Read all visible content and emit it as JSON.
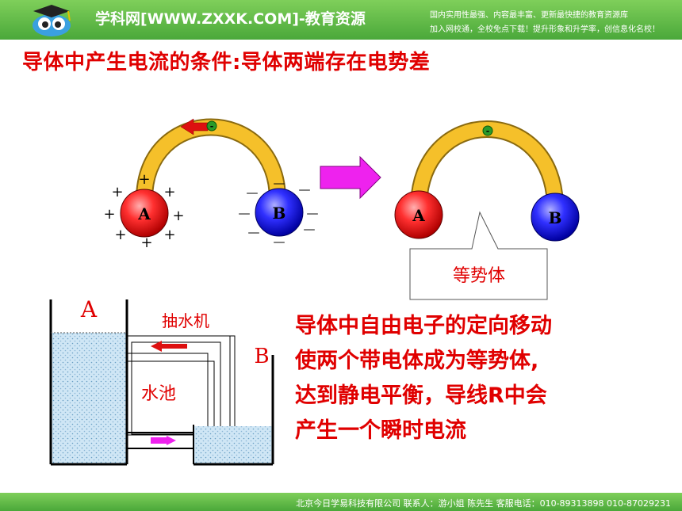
{
  "header": {
    "site_title": "学科网[WWW.ZXXK.COM]-教育资源",
    "tagline_1": "国内实用性最强、内容最丰富、更新最快捷的教育资源库",
    "tagline_2": "加入网校通，全校免点下载！提升形象和升学率，创信息化名校！",
    "logo_icon": "owl-mascot-icon",
    "colors": {
      "bar": "#4aa83a"
    }
  },
  "title": "导体中产生电流的条件:导体两端存在电势差",
  "left_diagram": {
    "sphere_a_label": "A",
    "sphere_b_label": "B",
    "plus_sign": "+",
    "minus_sign": "—",
    "electron_sign": "-"
  },
  "right_diagram": {
    "sphere_a_label": "A",
    "sphere_b_label": "B",
    "callout": "等势体",
    "electron_sign": "-"
  },
  "water_diagram": {
    "label_a": "A",
    "label_b": "B",
    "pump_label": "抽水机",
    "pool_label": "水池"
  },
  "description": {
    "line_1": "导体中自由电子的定向移动",
    "line_2": "使两个带电体成为等势体,",
    "line_3": "达到静电平衡，导线R中会",
    "line_4": "产生一个瞬时电流"
  },
  "footer": {
    "text": "北京今日学易科技有限公司 联系人：游小姐 陈先生 客服电话：010-89313898 010-87029231"
  },
  "colors": {
    "title_red": "#e00000",
    "sphere_red": "#e01818",
    "sphere_blue": "#2020c8",
    "arc_yellow": "#f5c02a",
    "arrow_magenta": "#ee22ee",
    "electron_green": "#2a9a2a"
  }
}
